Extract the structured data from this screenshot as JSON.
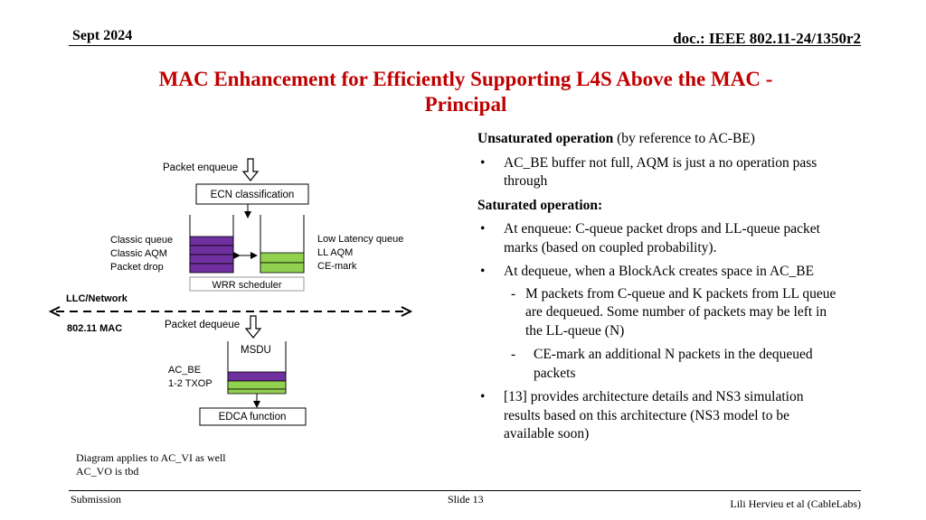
{
  "header": {
    "date": "Sept 2024",
    "doc": "doc.: IEEE 802.11-24/1350r2"
  },
  "title": {
    "line1": "MAC Enhancement for Efficiently Supporting L4S Above the MAC -",
    "line2": "Principal"
  },
  "diagram": {
    "packet_enqueue": "Packet enqueue",
    "ecn_classification": "ECN classification",
    "classic_labels": [
      "Classic queue",
      "Classic AQM",
      "Packet drop"
    ],
    "ll_labels": [
      "Low Latency queue",
      "LL AQM",
      "CE-mark"
    ],
    "wrr_scheduler": "WRR scheduler",
    "llc_network": "LLC/Network",
    "mac_80211": "802.11 MAC",
    "packet_dequeue": "Packet dequeue",
    "msdu": "MSDU",
    "ac_labels": [
      "AC_BE",
      "1-2 TXOP"
    ],
    "edca_function": "EDCA function",
    "colors": {
      "classic": "#7030a0",
      "ll": "#92d050"
    }
  },
  "body": {
    "unsat_head": "Unsaturated operation",
    "unsat_ref": " (by reference to AC-BE)",
    "bullet1": "AC_BE buffer not full, AQM is just a no operation pass through",
    "sat_head": "Saturated operation:",
    "bullet2": " At enqueue: C-queue packet drops  and LL-queue packet marks (based on coupled probability).",
    "bullet3": " At dequeue, when a BlockAck creates space in AC_BE",
    "sub1": "M packets from C-queue and K packets from LL queue are dequeued. Some number of packets may be left in the LL-queue (N)",
    "sub2": "CE-mark an additional N packets in the dequeued packets",
    "bullet4": "[13] provides architecture details and NS3 simulation results based on this architecture (NS3 model to be available soon)",
    "bullet_glyph": "•",
    "dash_glyph": "-"
  },
  "note": {
    "line1": "Diagram applies to AC_VI as well",
    "line2": "AC_VO is tbd"
  },
  "footer": {
    "left": "Submission",
    "middle": "Slide 13",
    "right": "Lili Hervieu et al (CableLabs)"
  }
}
